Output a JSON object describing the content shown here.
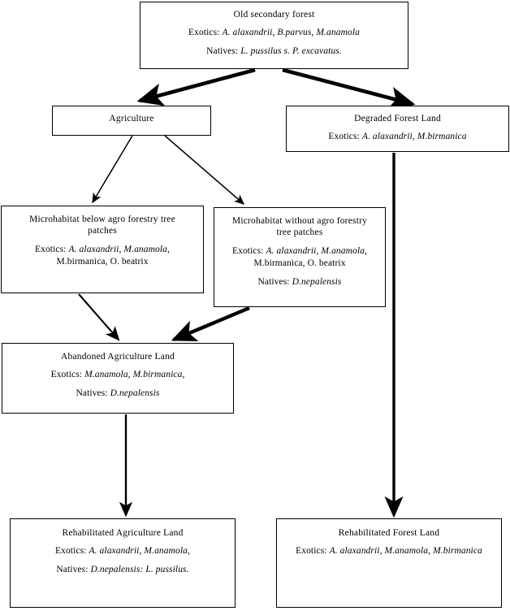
{
  "diagram": {
    "title_semantics": "land-use-succession-flowchart",
    "nodes": {
      "old_secondary_forest": {
        "title": "Old secondary forest",
        "exotics_label": "Exotics:",
        "exotics_value": "A. alaxandrii, B.parvus, M.anamola",
        "natives_label": "Natives:",
        "natives_value": "L. pussilus s. P. excavatus."
      },
      "agriculture": {
        "title": "Agriculture"
      },
      "degraded_forest_land": {
        "title": "Degraded Forest Land",
        "exotics_label": "Exotics:",
        "exotics_value": "A. alaxandrii, M.birmanica"
      },
      "microhabitat_below": {
        "title": "Microhabitat below agro forestry tree patches",
        "exotics_label": "Exotics:",
        "exotics_value_1": "A. alaxandrii, M.anamola,",
        "exotics_value_2": "M.birmanica, O. beatrix"
      },
      "microhabitat_without": {
        "title": "Microhabitat without agro forestry tree patches",
        "exotics_label": "Exotics:",
        "exotics_value_1": "A. alaxandrii, M.anamola,",
        "exotics_value_2": "M.birmanica, O. beatrix",
        "natives_label": "Natives:",
        "natives_value": "D.nepalensis"
      },
      "abandoned_agriculture_land": {
        "title": "Abandoned Agriculture Land",
        "exotics_label": "Exotics:",
        "exotics_value": "M.anamola, M.birmanica,",
        "natives_label": "Natives:",
        "natives_value": "D.nepalensis"
      },
      "rehabilitated_agriculture_land": {
        "title": "Rehabilitated Agriculture Land",
        "exotics_label": "Exotics:",
        "exotics_value": "A. alaxandrii, M.anamola,",
        "natives_label": "Natives:",
        "natives_value": "D.nepalensis: L. pussilus."
      },
      "rehabilitated_forest_land": {
        "title": "Rehabilitated Forest Land",
        "exotics_label": "Exotics:",
        "exotics_value": "A. alaxandrii, M.anamola, M.birmanica"
      }
    },
    "edges": [
      {
        "from": "old_secondary_forest",
        "to": "agriculture",
        "style": "thick"
      },
      {
        "from": "old_secondary_forest",
        "to": "degraded_forest_land",
        "style": "thick"
      },
      {
        "from": "agriculture",
        "to": "microhabitat_below",
        "style": "thin"
      },
      {
        "from": "agriculture",
        "to": "microhabitat_without",
        "style": "thin"
      },
      {
        "from": "microhabitat_below",
        "to": "abandoned_agriculture_land",
        "style": "thin"
      },
      {
        "from": "microhabitat_without",
        "to": "abandoned_agriculture_land",
        "style": "thick"
      },
      {
        "from": "abandoned_agriculture_land",
        "to": "rehabilitated_agriculture_land",
        "style": "medium"
      },
      {
        "from": "degraded_forest_land",
        "to": "rehabilitated_forest_land",
        "style": "thick"
      }
    ],
    "colors": {
      "stroke": "#000000",
      "box_border": "#000000",
      "background": "#ffffff",
      "text": "#000000"
    }
  }
}
